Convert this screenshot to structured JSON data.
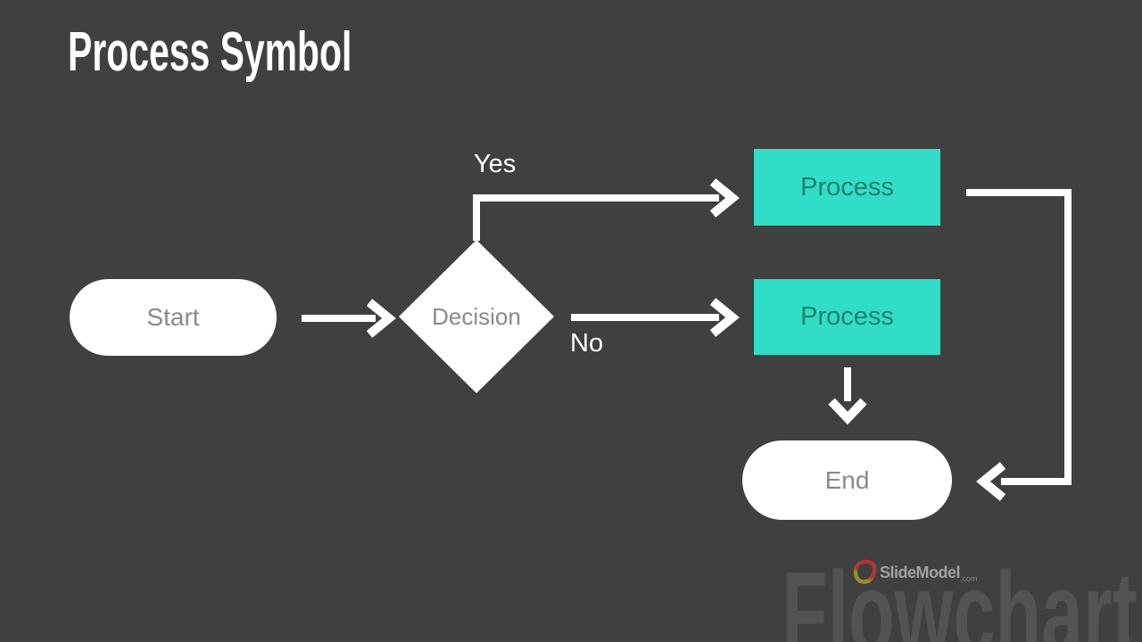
{
  "slide": {
    "title": "Process Symbol"
  },
  "flowchart": {
    "type": "flowchart",
    "nodes": {
      "start": {
        "label": "Start",
        "shape": "terminator-oval"
      },
      "decision": {
        "label": "Decision",
        "shape": "decision-diamond"
      },
      "process_yes": {
        "label": "Process",
        "shape": "process-rectangle"
      },
      "process_no": {
        "label": "Process",
        "shape": "process-rectangle"
      },
      "end": {
        "label": "End",
        "shape": "terminator-oval"
      }
    },
    "edges": {
      "start_to_decision": {
        "from": "start",
        "to": "decision",
        "label": ""
      },
      "decision_to_process_yes": {
        "from": "decision",
        "to": "process_yes",
        "label": "Yes"
      },
      "decision_to_process_no": {
        "from": "decision",
        "to": "process_no",
        "label": "No"
      },
      "process_no_to_end": {
        "from": "process_no",
        "to": "end",
        "label": ""
      },
      "process_yes_to_end": {
        "from": "process_yes",
        "to": "end",
        "label": ""
      },
      "yes_label": "Yes",
      "no_label": "No"
    }
  },
  "watermark": {
    "brand": "SlideModel",
    "brand_suffix": ".com",
    "text": "Flowchart"
  },
  "colors": {
    "background": "#404040",
    "shape_white": "#ffffff",
    "process_fill": "#31ddc6",
    "process_text": "#20806f",
    "node_text": "#8a8a8a",
    "connector": "#ffffff",
    "watermark_text": "#535353",
    "brand_text": "#b5b5b5",
    "logo_red": "#c0372e",
    "logo_gold": "#ad9b21"
  }
}
